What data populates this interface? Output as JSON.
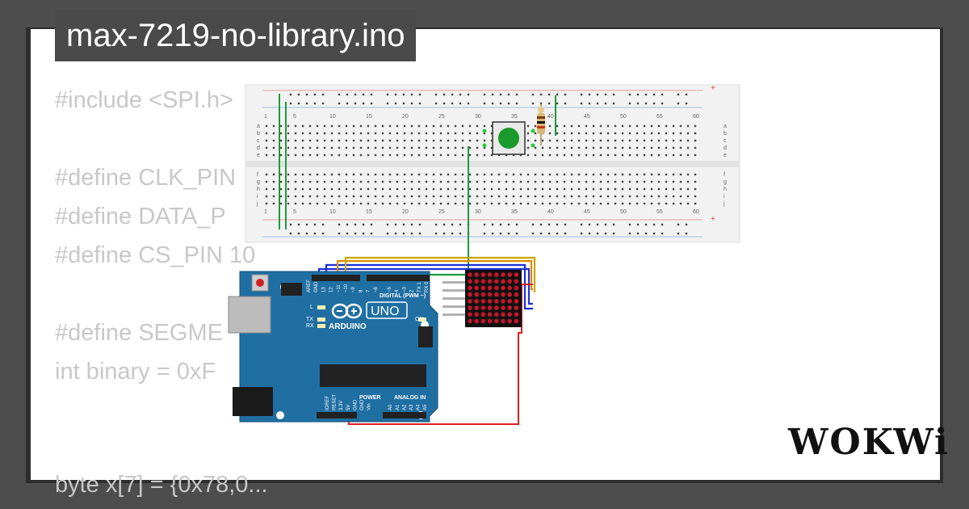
{
  "project": {
    "filename": "max-7219-no-library.ino"
  },
  "code_lines": [
    "#include <SPI.h>",
    "#define CLK_PIN",
    "#define DATA_P",
    "#define CS_PIN     10",
    "#define SEGME",
    "int binary = 0xF",
    "byte x[7] = {0x78,0..."
  ],
  "breadboard": {
    "column_numbers": [
      "1",
      "5",
      "10",
      "15",
      "20",
      "25",
      "30",
      "35",
      "40",
      "45",
      "50",
      "55",
      "60"
    ],
    "row_letters_top": [
      "a",
      "b",
      "c",
      "d",
      "e"
    ],
    "row_letters_bottom": [
      "f",
      "g",
      "h",
      "i",
      "j"
    ],
    "rail_plus": "+",
    "rail_minus": "-"
  },
  "arduino": {
    "brand": "ARDUINO",
    "model": "UNO",
    "digital_label": "DIGITAL (PWM ~)",
    "power_label": "POWER",
    "analog_label": "ANALOG IN",
    "on_label": "ON",
    "l_label": "L",
    "tx_label": "TX",
    "rx_label": "RX",
    "aref_label": "AREF",
    "gnd_label": "GND",
    "digital_pins": [
      "13",
      "12",
      "~11",
      "~10",
      "~9",
      "8",
      "7",
      "~6",
      "~5",
      "4",
      "~3",
      "2",
      "TX 1",
      "RX 0"
    ],
    "power_pins": [
      "IOREF",
      "RESET",
      "3.3V",
      "5V",
      "GND",
      "GND",
      "Vin"
    ],
    "analog_pins": [
      "A0",
      "A1",
      "A2",
      "A3",
      "A4",
      "A5"
    ]
  },
  "brand_logo": "WOKWi",
  "colors": {
    "board_blue": "#1f6fa3",
    "wire_green": "#1e9a3c",
    "wire_blue": "#1a2fd6",
    "wire_orange": "#e08a00",
    "wire_yellow": "#c9a600",
    "wire_red": "#e02020",
    "button_green": "#1a9a2a"
  }
}
